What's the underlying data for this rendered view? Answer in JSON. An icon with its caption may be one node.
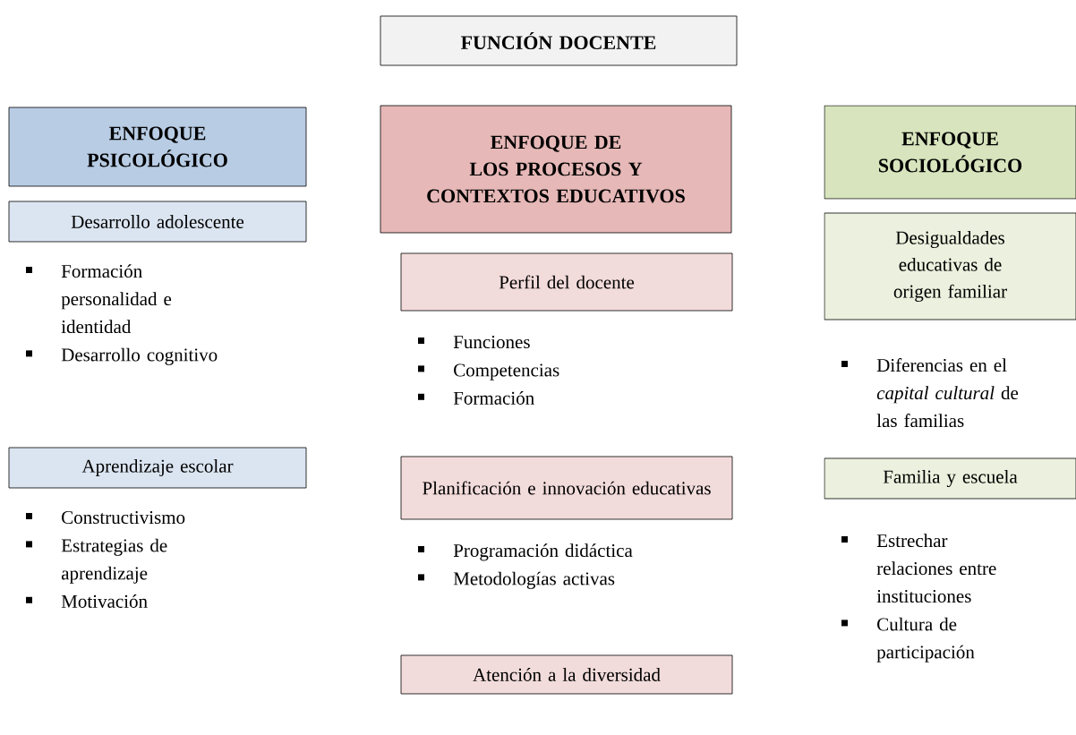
{
  "diagram": {
    "nodes": [
      {
        "text": [
          "FUNCIÓN DOCENTE"
        ]
      },
      {
        "text": [
          "ENFOQUE PSICOLÓGICO"
        ]
      },
      {
        "text": [
          "Desarrollo adolescente"
        ],
        "beside": [
          "Formación personalidad e identidad",
          "Desarrollo cognitivo"
        ]
      },
      {
        "text": [
          "Aprendizaje escolar"
        ],
        "beside": [
          "Constructivismo",
          "Estrategias de aprendizaje",
          "Motivación"
        ]
      },
      {
        "text": [
          "ENFOQUE DE LOS PROCESOS Y CONTEXTOS EDUCATIVOS"
        ]
      },
      {
        "text": [
          "Perfil del docente"
        ],
        "beside": [
          "Funciones",
          "Competencias",
          "Formación"
        ]
      },
      {
        "text": [
          "Planificación e innovación educativas"
        ],
        "beside": [
          "Programación didáctica",
          "Metodologías activas"
        ]
      },
      {
        "text": [
          "Atención a la diversidad"
        ]
      },
      {
        "text": [
          "ENFOQUE SOCIOLÓGICO"
        ]
      },
      {
        "text": [
          "Desigualdades educativas de origen familiar"
        ],
        "beside": [
          "Diferencias en el *capital cultural* de las familias"
        ]
      },
      {
        "text": [
          "Familia y escuela"
        ],
        "beside": [
          "Estrechar relaciones entre instituciones",
          "Cultura de participación"
        ]
      }
    ]
  }
}
